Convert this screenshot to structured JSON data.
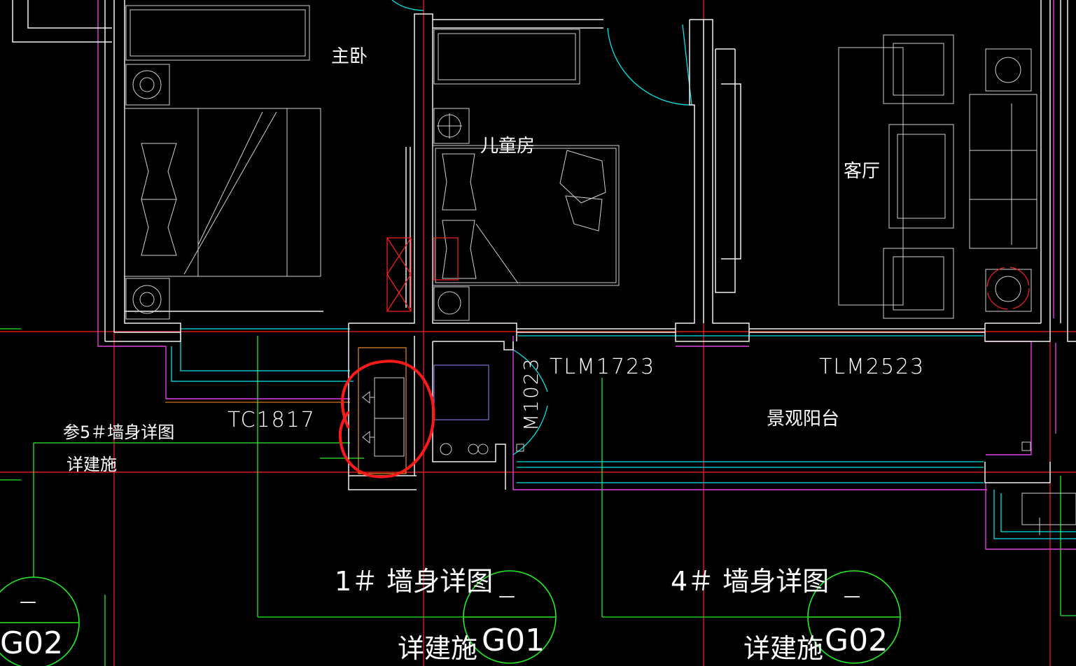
{
  "rooms": {
    "master_bedroom": "主卧",
    "kids_room": "儿童房",
    "living_room": "客厅",
    "balcony": "景观阳台"
  },
  "openings": {
    "tc1817": "TC1817",
    "tlm1723": "TLM1723",
    "tlm2523": "TLM2523",
    "m1023": "M1023"
  },
  "notes": {
    "ref5_line1": "参5＃墙身详图",
    "ref5_line2": "详建施",
    "ref1_title": "1＃ 墙身详图",
    "ref1_sub": "详建施",
    "ref4_title": "4＃ 墙身详图",
    "ref4_sub": "详建施"
  },
  "callouts": {
    "left_top": "—",
    "left_bottom": "G02",
    "mid_top": "—",
    "mid_bottom": "G01",
    "right_top": "—",
    "right_bottom": "G02"
  },
  "colors": {
    "background": "#000000",
    "wall": "#ffffff",
    "axis": "#ff0000",
    "leader": "#00ff00",
    "window": "#00ffff",
    "slab": "#ff00ff",
    "furniture": "#d0d0d0",
    "highlight": "#ff0000"
  }
}
